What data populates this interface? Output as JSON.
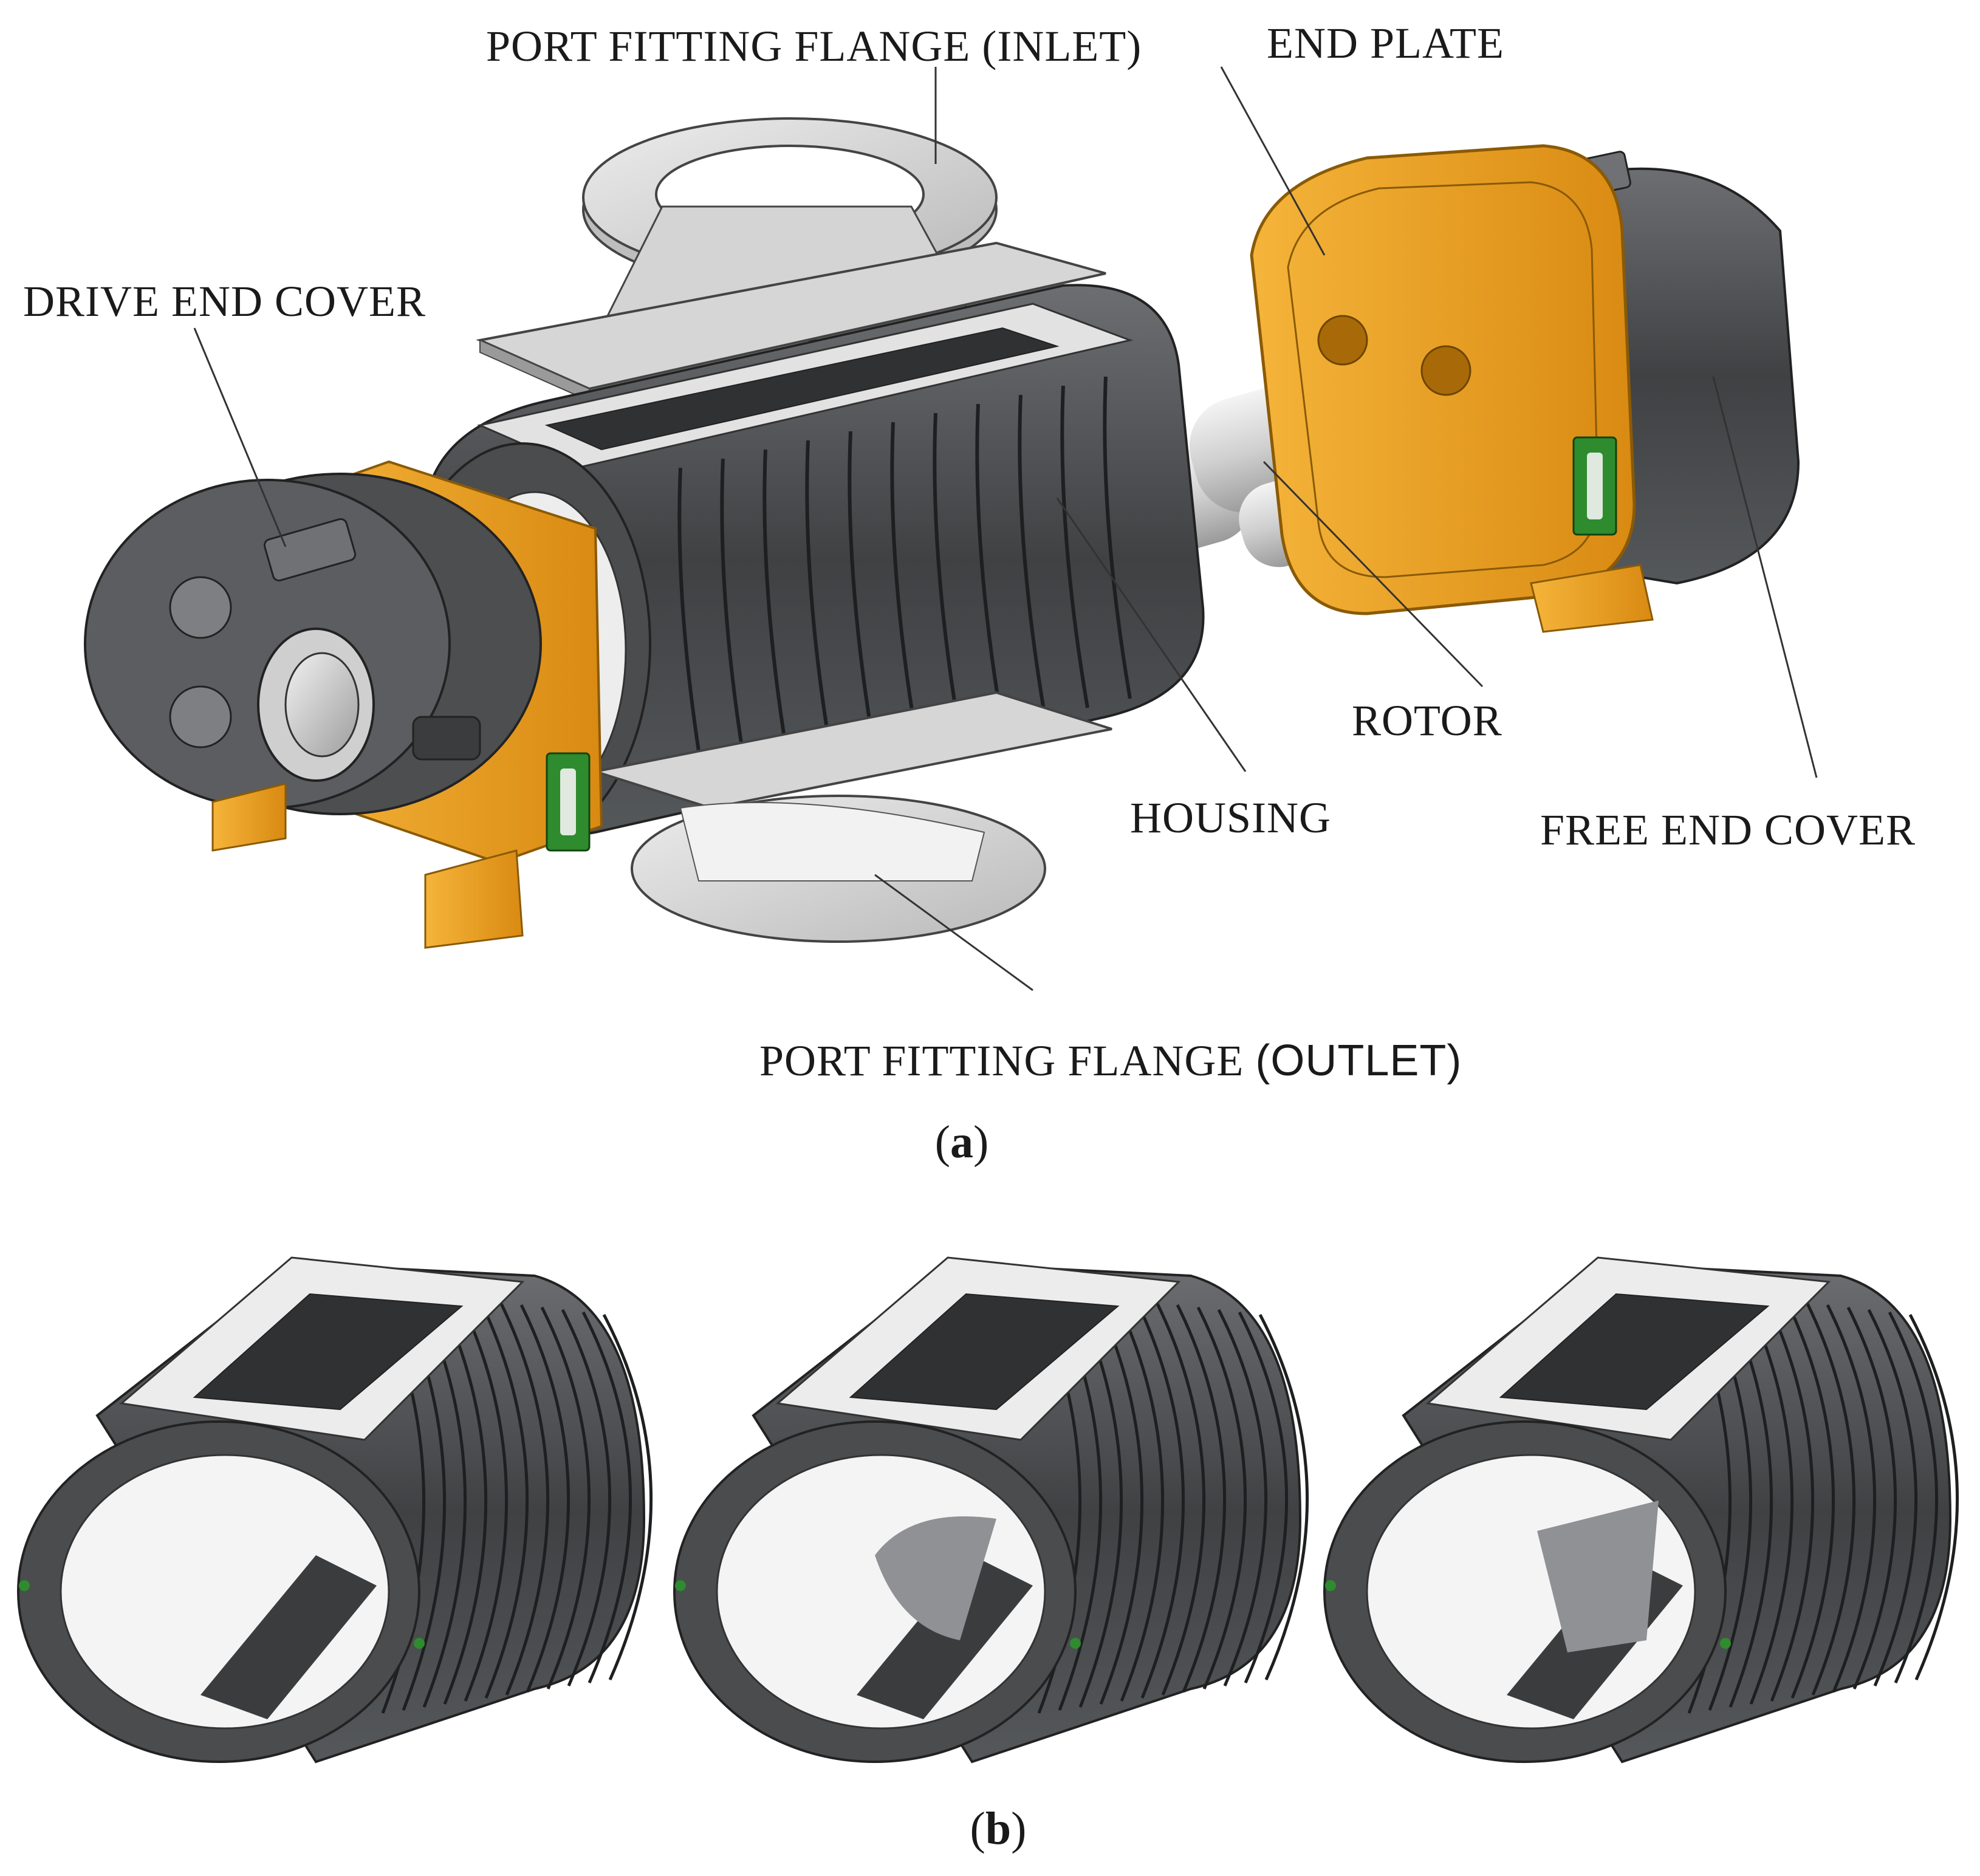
{
  "labels": {
    "inlet_prefix": "PORT FITTING FLANGE (",
    "inlet_word": "INLET",
    "inlet_suffix": ")",
    "end_plate": "END PLATE",
    "drive_end_cover": "DRIVE END COVER",
    "rotor": "ROTOR",
    "housing": "HOUSING",
    "free_end_cover": "FREE END COVER",
    "outlet_prefix": "PORT FITTING FLANGE ",
    "outlet_word": "(OUTLET)"
  },
  "captions": {
    "a_open": "(",
    "a_letter": "a",
    "a_close": ")",
    "b_open": "(",
    "b_letter": "b",
    "b_close": ")"
  },
  "colors": {
    "housing_dark": "#3d3f41",
    "housing_mid": "#5a5c5e",
    "housing_light": "#7b7d80",
    "plate_light": "#e6e6e6",
    "orange": "#f0a21c",
    "orange_dark": "#c27a0b",
    "green": "#2e8b2e",
    "shaft": "#d8d8d8"
  }
}
